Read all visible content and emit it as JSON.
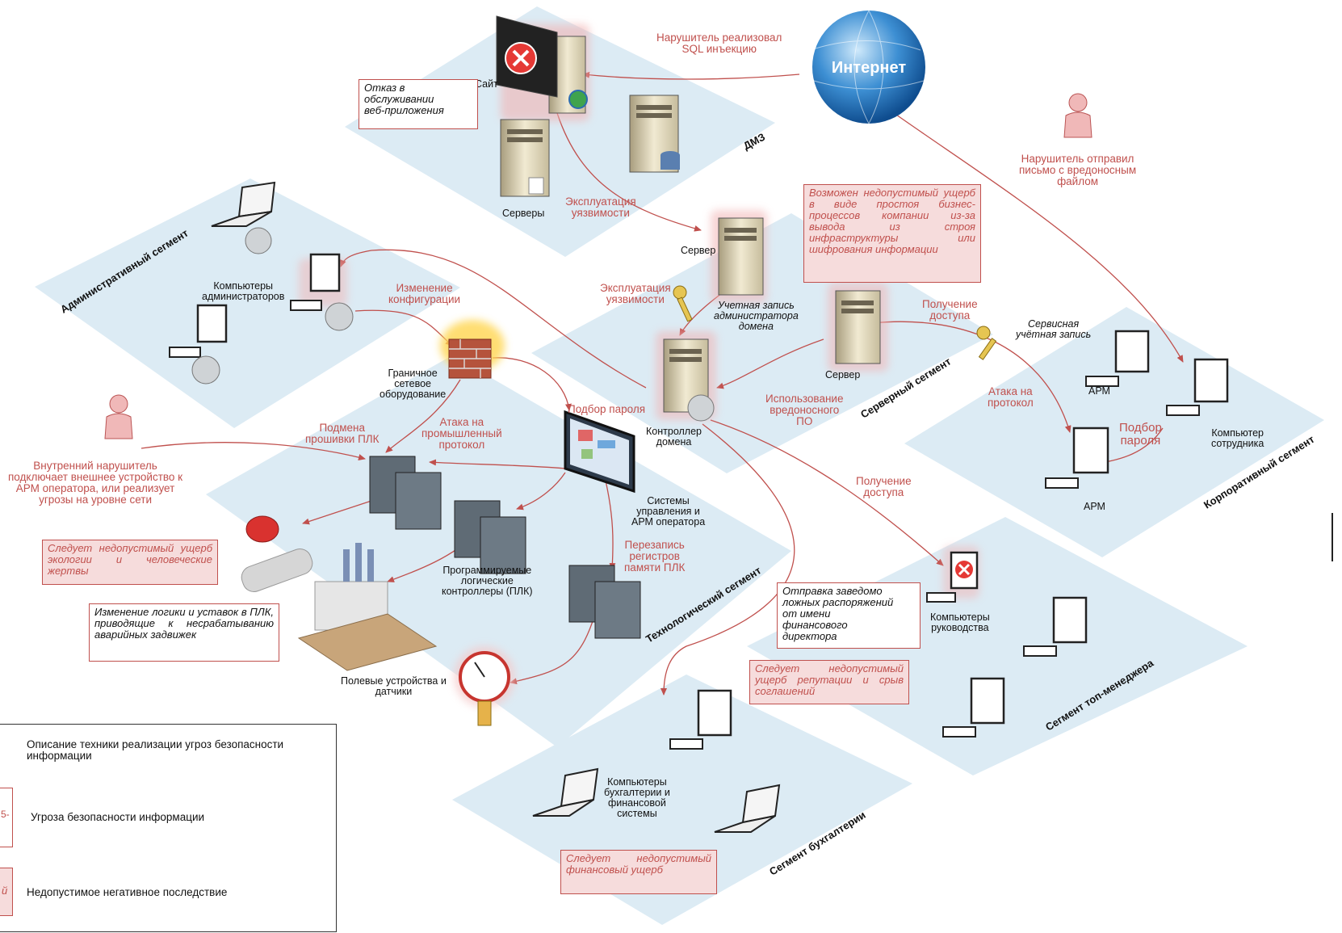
{
  "segments": {
    "dmz": "ДМЗ",
    "admin": "Административный сегмент",
    "server": "Серверный сегмент",
    "corporate": "Корпоративный сегмент",
    "tech": "Технологический сегмент",
    "top": "Сегмент топ-менеджера",
    "accounting": "Сегмент бухгалтерии"
  },
  "nodes": {
    "site": "Сайт",
    "servers": "Серверы",
    "internet": "Интернет",
    "server1": "Сервер",
    "server2": "Сервер",
    "admin_pcs": "Компьютеры\nадминистраторов",
    "firewall": "Граничное\nсетевое\nоборудование",
    "dc": "Контроллер\nдомена",
    "domain_account": "Учетная запись\nадминистратора\nдомена",
    "service_account": "Сервисная\nучётная запись",
    "arm_top": "АРМ",
    "arm_bottom": "АРМ",
    "employee_pc": "Компьютер\nсотрудника",
    "scada": "Системы\nуправления и\nАРМ оператора",
    "plc": "Программируемые\nлогические\nконтроллеры (ПЛК)",
    "field": "Полевые устройства и\nдатчики",
    "mgmt_pcs": "Компьютеры\nруководства",
    "acct_pcs": "Компьютеры\nбухгалтерии и\nфинансовой\nсистемы"
  },
  "threats": {
    "sql": "Нарушитель реализовал\nSQL инъекцию",
    "exploit1": "Эксплуатация\nуязвимости",
    "phish": "Нарушитель отправил\nписьмо с вредоносным\nфайлом",
    "config": "Изменение\nконфигурации",
    "exploit2": "Эксплуатация\nуязвимости",
    "access1": "Получение\nдоступа",
    "malware": "Использование\nвредоносного\nПО",
    "protocol_attack": "Атака на\nпротокол",
    "pwd1": "Подбор\nпароля",
    "pwd2": "Подбор пароля",
    "plc_fw": "Подмена\nпрошивки ПЛК",
    "industrial": "Атака на\nпромышленный\nпротокол",
    "access2": "Получение\nдоступа",
    "plc_mem": "Перезапись\nрегистров\nпамяти ПЛК",
    "insider": "Внутренний нарушитель\nподключает внешнее устройство к\nАРМ оператора, или реализует\nугрозы на уровне сети"
  },
  "boxes": {
    "dos": "Отказ в\nобслуживании\nвеб-приложения",
    "business": "Возможен недопустимый ущерб в виде простоя бизнес-процессов компании из-за вывода из строя инфраструктуры или шифрования информации",
    "ecology": "Следует недопустимый ущерб экологии и человеческие жертвы",
    "logic": "Изменение логики и уставок в ПЛК, приводящие к несрабатыванию аварийных задвижек",
    "fake_orders": "Отправка заведомо\nложных распоряжений\nот имени\nфинансового\nдиректора",
    "reputation": "Следует недопустимый ущерб репутации и срыв соглашений",
    "finance": "Следует недопустимый финансовый ущерб"
  },
  "legend": {
    "technique": "Описание техники реализации угроз безопасности\nинформации",
    "threat": "Угроза безопасности информации",
    "consequence": "Недопустимое негативное последствие",
    "threat_swatch_text": "5-",
    "consequence_swatch_text": "й"
  },
  "colors": {
    "segment_fill": "#dcebf4",
    "threat_red": "#c0504d",
    "consequence_fill": "#f6dcdc",
    "globe": "#2f7fc4"
  }
}
